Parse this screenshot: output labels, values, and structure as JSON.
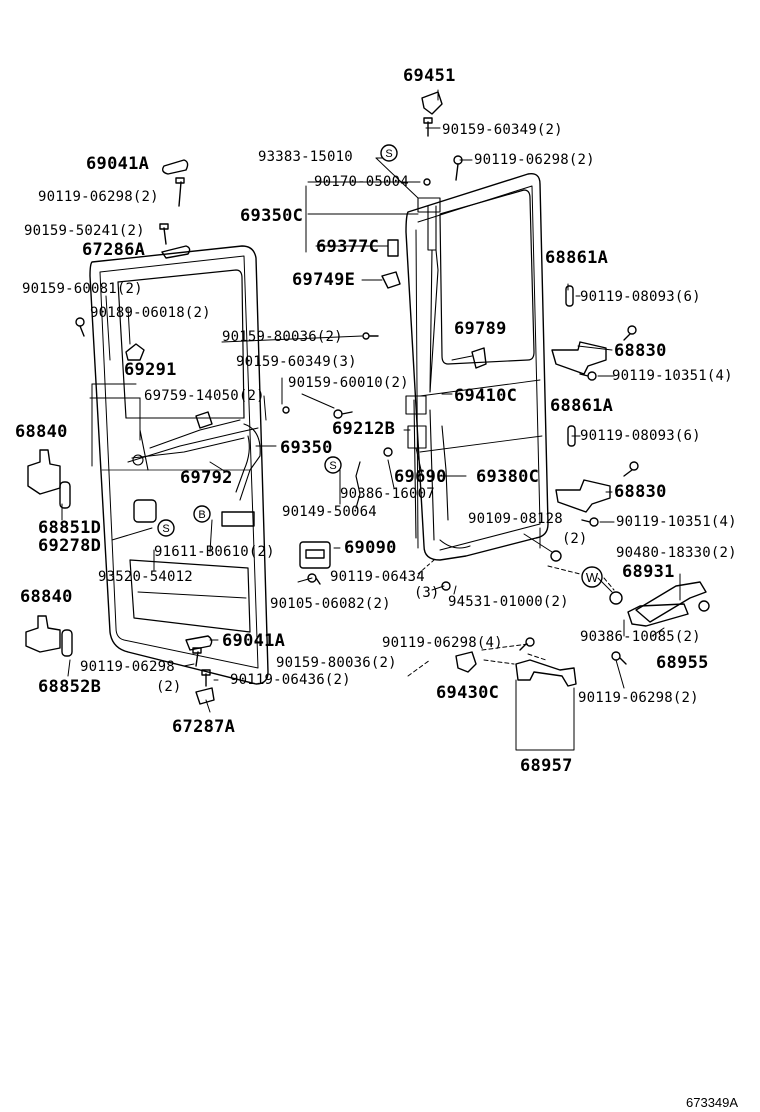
{
  "labels": [
    {
      "id": "l1",
      "text": "69451"
    },
    {
      "id": "l2",
      "text": "90159-60349(2)"
    },
    {
      "id": "l3",
      "text": "93383-15010"
    },
    {
      "id": "l4",
      "text": "90119-06298(2)"
    },
    {
      "id": "l5",
      "text": "90170-05004"
    },
    {
      "id": "l6",
      "text": "69041A"
    },
    {
      "id": "l7",
      "text": "90119-06298(2)"
    },
    {
      "id": "l8",
      "text": "69350C"
    },
    {
      "id": "l9",
      "text": "90159-50241(2)"
    },
    {
      "id": "l10",
      "text": "69377C"
    },
    {
      "id": "l11",
      "text": "67286A"
    },
    {
      "id": "l12",
      "text": "69749E"
    },
    {
      "id": "l13",
      "text": "68861A"
    },
    {
      "id": "l14",
      "text": "90159-60081(2)"
    },
    {
      "id": "l15",
      "text": "90119-08093(6)"
    },
    {
      "id": "l16",
      "text": "90189-06018(2)"
    },
    {
      "id": "l17",
      "text": "69789"
    },
    {
      "id": "l18",
      "text": "90159-80036(2)"
    },
    {
      "id": "l19",
      "text": "68830"
    },
    {
      "id": "l20",
      "text": "90159-60349(3)"
    },
    {
      "id": "l21",
      "text": "69291"
    },
    {
      "id": "l22",
      "text": "90119-10351(4)"
    },
    {
      "id": "l23",
      "text": "90159-60010(2)"
    },
    {
      "id": "l24",
      "text": "69759-14050(2)"
    },
    {
      "id": "l25",
      "text": "69410C"
    },
    {
      "id": "l26",
      "text": "68861A"
    },
    {
      "id": "l27",
      "text": "68840"
    },
    {
      "id": "l28",
      "text": "69212B"
    },
    {
      "id": "l29",
      "text": "90119-08093(6)"
    },
    {
      "id": "l30",
      "text": "69350"
    },
    {
      "id": "l31",
      "text": "69792"
    },
    {
      "id": "l32",
      "text": "69690"
    },
    {
      "id": "l33",
      "text": "69380C"
    },
    {
      "id": "l34",
      "text": "90386-16007"
    },
    {
      "id": "l35",
      "text": "68830"
    },
    {
      "id": "l36",
      "text": "90149-50064"
    },
    {
      "id": "l37",
      "text": "90109-08128"
    },
    {
      "id": "l38",
      "text": "90119-10351(4)"
    },
    {
      "id": "l39",
      "text": "68851D"
    },
    {
      "id": "l40",
      "text": "69278D"
    },
    {
      "id": "l41",
      "text": "91611-B0610(2)"
    },
    {
      "id": "l42",
      "text": "69090"
    },
    {
      "id": "l43",
      "text": "90480-18330(2)"
    },
    {
      "id": "l44",
      "text": "93520-54012"
    },
    {
      "id": "l45",
      "text": "90119-06434"
    },
    {
      "id": "l46",
      "text": "68931"
    },
    {
      "id": "l47",
      "text": "68840"
    },
    {
      "id": "l48",
      "text": "90105-06082(2)"
    },
    {
      "id": "l49",
      "text": "94531-01000(2)"
    },
    {
      "id": "l50",
      "text": "90386-10085(2)"
    },
    {
      "id": "l51",
      "text": "69041A"
    },
    {
      "id": "l52",
      "text": "90119-06298(4)"
    },
    {
      "id": "l53",
      "text": "90119-06298"
    },
    {
      "id": "l54",
      "text": "90159-80036(2)"
    },
    {
      "id": "l55",
      "text": "68955"
    },
    {
      "id": "l56",
      "text": "90119-06436(2)"
    },
    {
      "id": "l57",
      "text": "68852B"
    },
    {
      "id": "l58",
      "text": "69430C"
    },
    {
      "id": "l59",
      "text": "90119-06298(2)"
    },
    {
      "id": "l60",
      "text": "67287A"
    },
    {
      "id": "l61",
      "text": "68957"
    }
  ],
  "quantities": [
    {
      "id": "q1",
      "text": "(2)"
    },
    {
      "id": "q2",
      "text": "(3)"
    },
    {
      "id": "q3",
      "text": "(2)"
    }
  ],
  "callout_symbols": [
    {
      "id": "s1",
      "text": "S"
    },
    {
      "id": "s2",
      "text": "S"
    },
    {
      "id": "s3",
      "text": "S"
    },
    {
      "id": "s4",
      "text": "B"
    },
    {
      "id": "s5",
      "text": "W"
    }
  ],
  "figure_code": "673349A"
}
